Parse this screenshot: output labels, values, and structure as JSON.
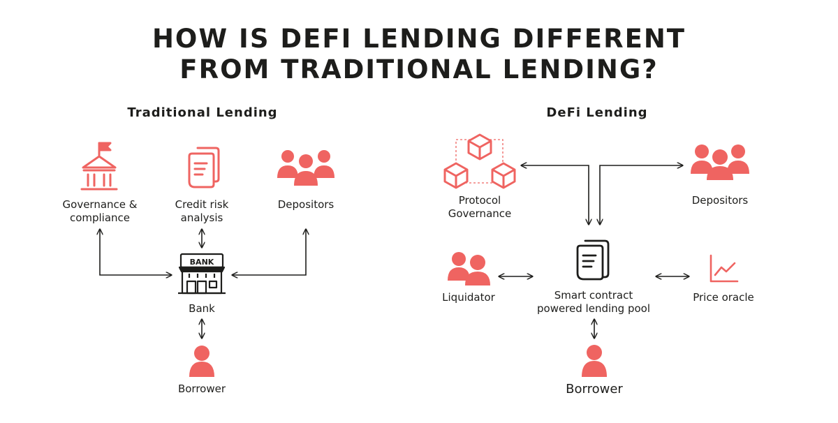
{
  "title": {
    "line1": "HOW IS DEFI LENDING DIFFERENT",
    "line2": "FROM TRADITIONAL LENDING?"
  },
  "colors": {
    "accent": "#ef6461",
    "text": "#1d1d1b",
    "arrow": "#1d1d1b"
  },
  "traditional": {
    "heading": "Traditional Lending",
    "governance_label": "Governance &\ncompliance",
    "governance_icon": "institution-flag-icon",
    "credit_label": "Credit risk\nanalysis",
    "credit_icon": "documents-icon",
    "depositors_label": "Depositors",
    "depositors_icon": "people-group-icon",
    "bank_label": "Bank",
    "bank_sign": "BANK",
    "bank_icon": "bank-building-icon",
    "borrower_label": "Borrower",
    "borrower_icon": "person-icon"
  },
  "defi": {
    "heading": "DeFi Lending",
    "protocol_label": "Protocol\nGovernance",
    "protocol_icon": "cubes-network-icon",
    "depositors_label": "Depositors",
    "depositors_icon": "people-group-icon",
    "liquidator_label": "Liquidator",
    "liquidator_icon": "people-pair-icon",
    "pool_label": "Smart contract\npowered lending pool",
    "pool_icon": "documents-icon",
    "oracle_label": "Price oracle",
    "oracle_icon": "line-chart-icon",
    "borrower_label": "Borrower",
    "borrower_icon": "person-icon"
  }
}
